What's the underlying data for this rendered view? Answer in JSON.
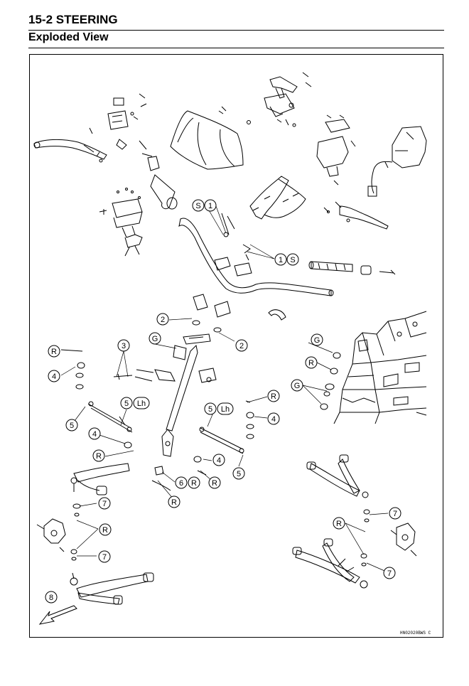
{
  "header": {
    "section": "15-2 STEERING",
    "title": "Exploded View"
  },
  "figure_code": "HN02020BWS C",
  "callouts": {
    "c1": "1",
    "c2": "2",
    "c3": "3",
    "c4": "4",
    "c5": "5",
    "c6": "6",
    "c7": "7",
    "c8": "8",
    "R": "R",
    "G": "G",
    "S": "S",
    "Lh": "Lh"
  }
}
